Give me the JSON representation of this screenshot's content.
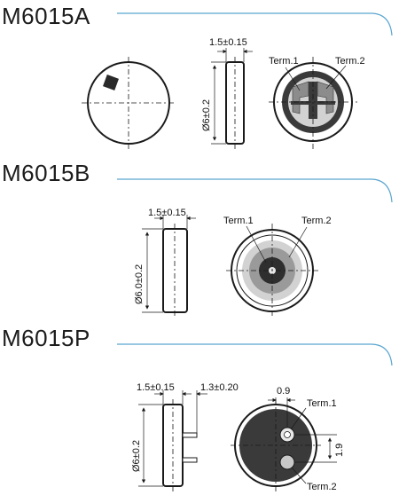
{
  "sections": [
    {
      "title": "M6015A",
      "thickness": "1.5±0.15",
      "diameter": "Ø6±0.2",
      "term1": "Term.1",
      "term2": "Term.2"
    },
    {
      "title": "M6015B",
      "thickness": "1.5±0.15",
      "diameter": "Ø6.0±0.2",
      "term1": "Term.1",
      "term2": "Term.2"
    },
    {
      "title": "M6015P",
      "thickness": "1.5±0.15",
      "pin_length": "1.3±0.20",
      "diameter": "Ø6±0.2",
      "pin_offset": "0.9",
      "pin_spacing": "1.9",
      "term1": "Term.1",
      "term2": "Term.2"
    }
  ],
  "colors": {
    "accent_line": "#5aa6cf",
    "ink": "#1a1a1a",
    "element_dark": "#3a3a3a",
    "element_mid": "#8c8c8c",
    "element_light": "#d2d2d2"
  }
}
